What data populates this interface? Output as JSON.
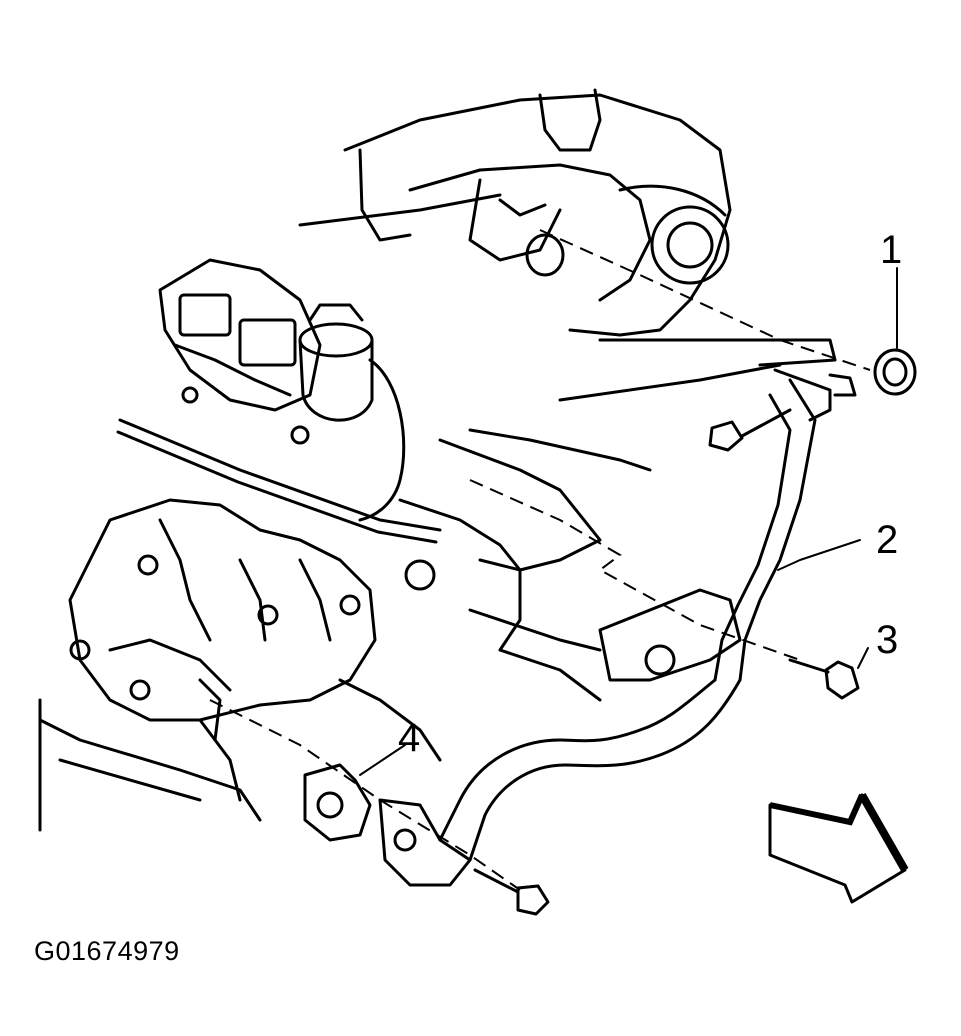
{
  "callouts": {
    "c1": "1",
    "c2": "2",
    "c3": "3",
    "c4": "4"
  },
  "figure_id": "G01674979",
  "colors": {
    "line": "#000000",
    "background": "#ffffff"
  },
  "icons": {
    "direction": "front-arrow-icon"
  }
}
